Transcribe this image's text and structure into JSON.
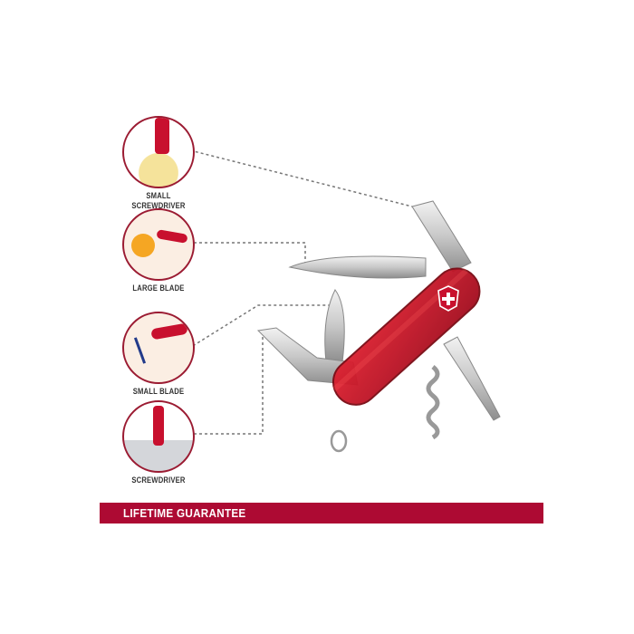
{
  "features": [
    {
      "label_line1": "SMALL",
      "label_line2": "SCREWDRIVER",
      "icon": "small-screwdriver-photo"
    },
    {
      "label_line1": "LARGE BLADE",
      "label_line2": "",
      "icon": "large-blade-photo"
    },
    {
      "label_line1": "SMALL BLADE",
      "label_line2": "",
      "icon": "small-blade-photo"
    },
    {
      "label_line1": "SCREWDRIVER",
      "label_line2": "",
      "icon": "screwdriver-photo"
    }
  ],
  "banner": {
    "text": "LIFETIME GUARANTEE"
  },
  "colors": {
    "accent": "#ad0a33",
    "circle_border": "#9b1b32",
    "knife_red": "#c8102e",
    "connector": "#777777"
  },
  "product": {
    "name": "swiss-army-knife",
    "emblem": "cross-shield-icon"
  }
}
